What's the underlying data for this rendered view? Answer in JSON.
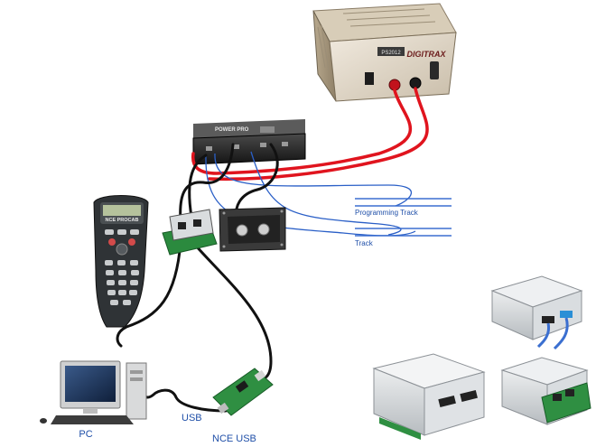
{
  "colors": {
    "power_wire": "#e0141e",
    "cable": "#111111",
    "track_wire": "#2a5fc7",
    "rail": "#3b6fd0",
    "label": "#1f4fa8"
  },
  "devices": {
    "power_supply": {
      "brand": "DIGITRAX",
      "panel_text": "PS2012"
    },
    "booster": {
      "label": "POWER PRO"
    },
    "handheld": {
      "display_text": "NCE PROCAB"
    }
  },
  "labels": {
    "programming_track": "Programming Track",
    "track": "Track",
    "usb": "USB",
    "pc": "PC",
    "nce_usb": "NCE USB"
  }
}
